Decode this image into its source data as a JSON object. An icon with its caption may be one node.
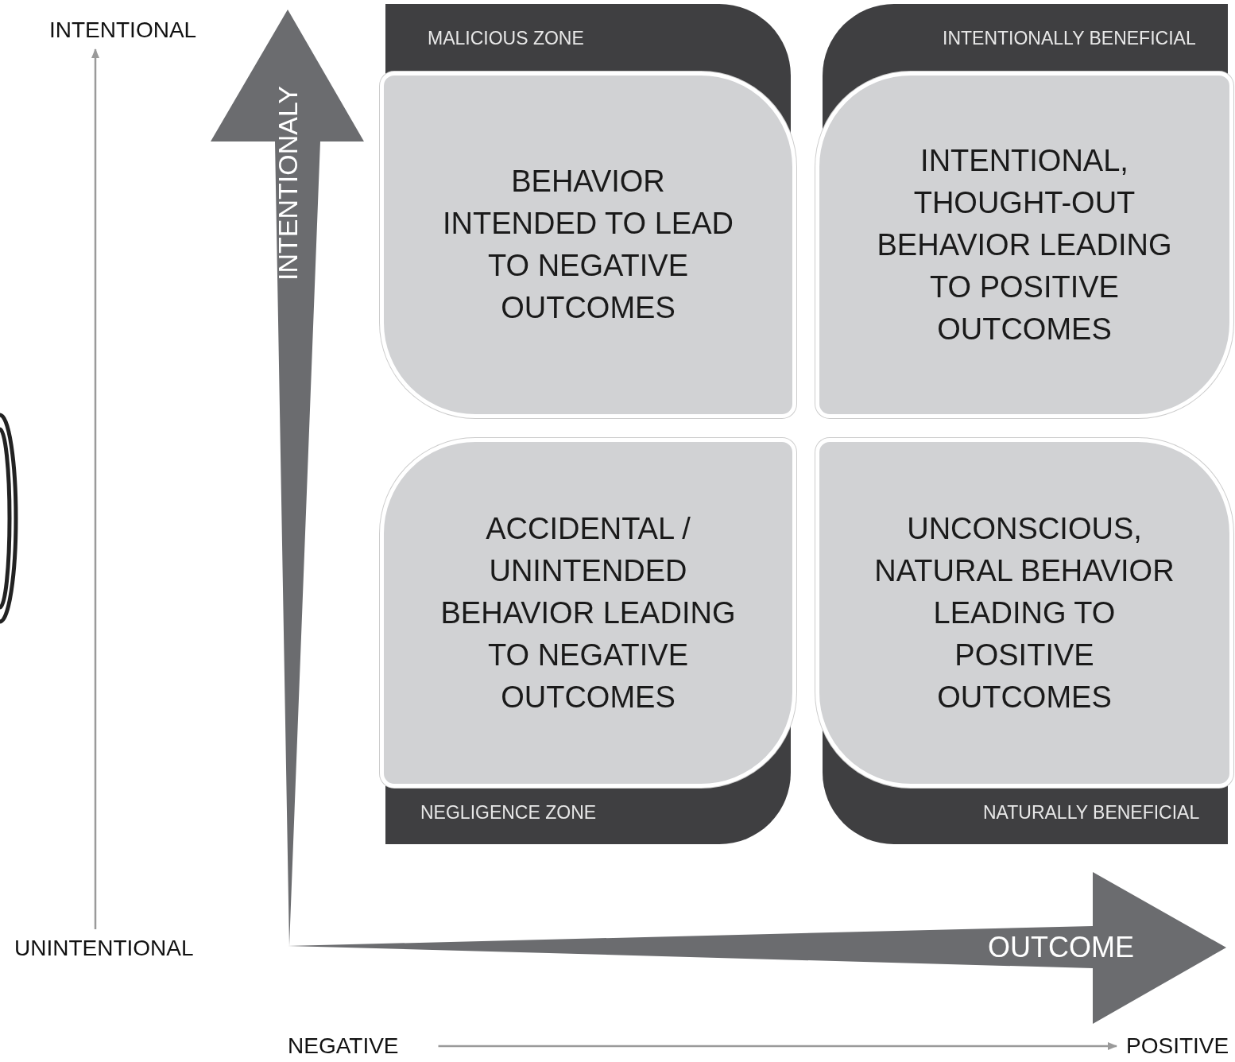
{
  "diagram": {
    "nodes": [
      {
        "text": [
          "INTENTIONAL"
        ]
      },
      {
        "text": [
          "UNINTENTIONAL"
        ]
      },
      {
        "text": [
          "NEGATIVE"
        ]
      },
      {
        "text": [
          "POSITIVE"
        ]
      },
      {
        "text": [
          "MALICIOUS ZONE",
          "BEHAVIOR INTENDED TO LEAD TO NEGATIVE OUTCOMES"
        ]
      },
      {
        "text": [
          "INTENTIONALLY BENEFICIAL",
          "INTENTIONAL, THOUGHT-OUT BEHAVIOR LEADING TO POSITIVE OUTCOMES"
        ]
      },
      {
        "text": [
          "ACCIDENTAL / UNINTENDED BEHAVIOR LEADING TO NEGATIVE OUTCOMES",
          "NEGLIGENCE ZONE"
        ]
      },
      {
        "text": [
          "UNCONSCIOUS, NATURAL BEHAVIOR LEADING TO POSITIVE OUTCOMES",
          "NATURALLY BENEFICIAL"
        ]
      }
    ],
    "edges": [
      {
        "from": 1,
        "to": 0,
        "arrow": "to"
      },
      {
        "from": 2,
        "to": 3,
        "arrow": "to"
      }
    ],
    "labels": [
      "INTENTIONALY",
      "OUTCOME"
    ]
  }
}
